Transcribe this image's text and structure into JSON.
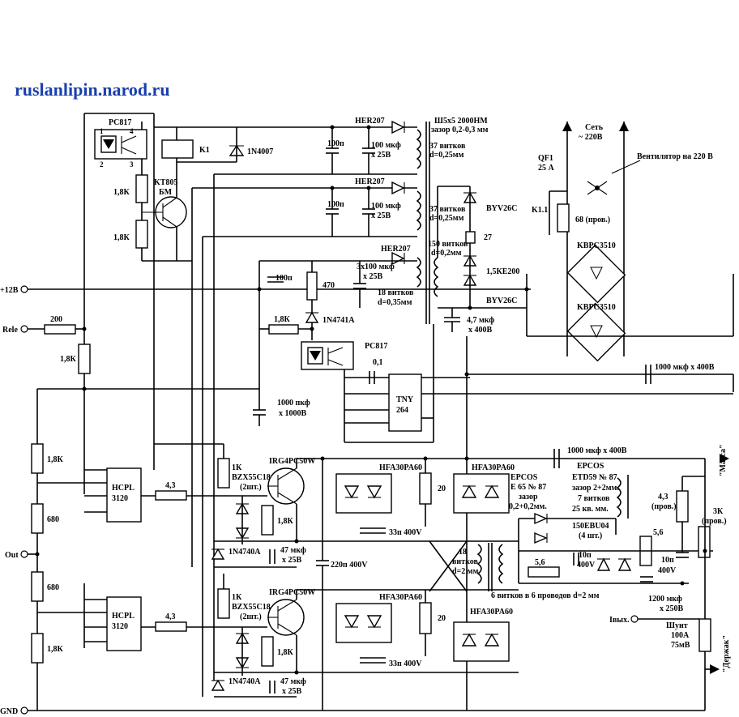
{
  "site": "ruslanlipin.narod.ru",
  "ports": {
    "p12v": "+12B",
    "rele": "Rele",
    "out": "Out",
    "gnd": "GND",
    "imeas": "Iвых."
  },
  "mains": {
    "title": "Сеть",
    "voltage": "~ 220В",
    "breaker_ref": "QF1",
    "breaker_val": "25 А",
    "fan": "Вентилятор на 220 В",
    "relay_contact": "K1.1",
    "resistor": "68 (пров.)",
    "bridge1": "KBPC3510",
    "bridge2": "KBPC3510",
    "bulk_cap": "1000 мкф х 400В"
  },
  "aux": {
    "pc817_top": "PC817",
    "pc817_bot": "PC817",
    "relay": "K1",
    "diode_1n4007": "1N4007",
    "tr_ref": "KT805",
    "tr_sub": "БМ",
    "r18k_a": "1,8К",
    "r18k_b": "1,8К",
    "her1": "HER207",
    "her2": "HER207",
    "her3": "HER207",
    "c100p_a": "100п",
    "c100p_b": "100п",
    "c100p_c": "100п",
    "cap100u_a1": "100 мкф",
    "cap100u_a2": "х 25В",
    "cap100u_b1": "100 мкф",
    "cap100u_b2": "х 25В",
    "cap3x100_1": "3х100 мкф",
    "cap3x100_2": "х 25В",
    "r470": "470",
    "r18k_c": "1,8К",
    "z1n4741": "1N4741A",
    "core": "Ш5х5 2000НМ",
    "gap": "зазор 0,2-0,3 мм",
    "w1a": "37 витков",
    "w1b": "d=0,25мм",
    "w2a": "37 витков",
    "w2b": "d=0,25мм",
    "w3a": "150 витков",
    "w3b": "d=0,2мм",
    "w4a": "18 витков",
    "w4b": "d=0,35мм",
    "byv_a": "BYV26C",
    "byv_b": "BYV26C",
    "r27": "27",
    "tvs": "1,5КЕ200",
    "cap47u_1": "4,7 мкф",
    "cap47u_2": "х 400В",
    "c01": "0,1",
    "c1000p_1": "1000 пкф",
    "c1000p_2": "х 1000В",
    "tny": "TNY",
    "tny2": "264"
  },
  "driver": {
    "r200": "200",
    "r18k_rele": "1,8К",
    "r18k_d1": "1,8К",
    "r680_a": "680",
    "r680_b": "680",
    "r18k_d2": "1,8К",
    "hcpl_a": "HCPL",
    "hcpl_a2": "3120",
    "hcpl_b": "HCPL",
    "hcpl_b2": "3120",
    "r43_a": "4,3",
    "r43_b": "4,3",
    "r1k_a": "1К",
    "r1k_b": "1К",
    "igbt_a": "IRG4PC50W",
    "igbt_b": "IRG4PC50W",
    "bzx_a": "BZX55C18",
    "bzx_a2": "(2шт.)",
    "bzx_b": "BZX55C18",
    "bzx_b2": "(2шт.)",
    "r18k_g1": "1,8К",
    "r18k_g2": "1,8К",
    "z1n4740_a": "1N4740A",
    "z1n4740_b": "1N4740A",
    "c47u_a1": "47 мкф",
    "c47u_a2": "х 25В",
    "c47u_b1": "47 мкф",
    "c47u_b2": "х 25В",
    "c220n": "220п 400V"
  },
  "power": {
    "hfa_1": "HFA30PA60",
    "hfa_2": "HFA30PA60",
    "hfa_3": "HFA30PA60",
    "hfa_4": "HFA30PA60",
    "r20_a": "20",
    "r20_b": "20",
    "c33n_a": "33п 400V",
    "c33n_b": "33п 400V",
    "bulk2": "1000 мкф х 400В",
    "t_core1": "EPCOS",
    "t_core2": "E 65 № 87",
    "t_gap1": "зазор",
    "t_gap2": "0,2+0,2мм.",
    "t_w1": "18",
    "t_w2": "витков",
    "t_w3": "d=2 мм",
    "t_sec": "6 витков в 6 проводов d=2 мм",
    "ch1": "EPCOS",
    "ch2": "ETD59 № 87",
    "ch3": "зазор 2+2мм.",
    "ch4": "7 витков",
    "ch5": "25 кв. мм.",
    "rect1": "150EBU04",
    "rect2": "(4 шт.)",
    "r56_a": "5,6",
    "r56_b": "5,6",
    "c10n_a1": "10п",
    "c10n_a2": "400V",
    "c10n_b1": "10п",
    "c10n_b2": "400V",
    "r43p1": "4,3",
    "r43p2": "(пров.)",
    "r3k1": "3К",
    "r3k2": "(пров.)",
    "cout1": "1200 мкф",
    "cout2": "х 250В",
    "shunt1": "Шунт",
    "shunt2": "100А",
    "shunt3": "75мВ",
    "mass": "\"Масса\"",
    "holder": "\"Держак\""
  }
}
